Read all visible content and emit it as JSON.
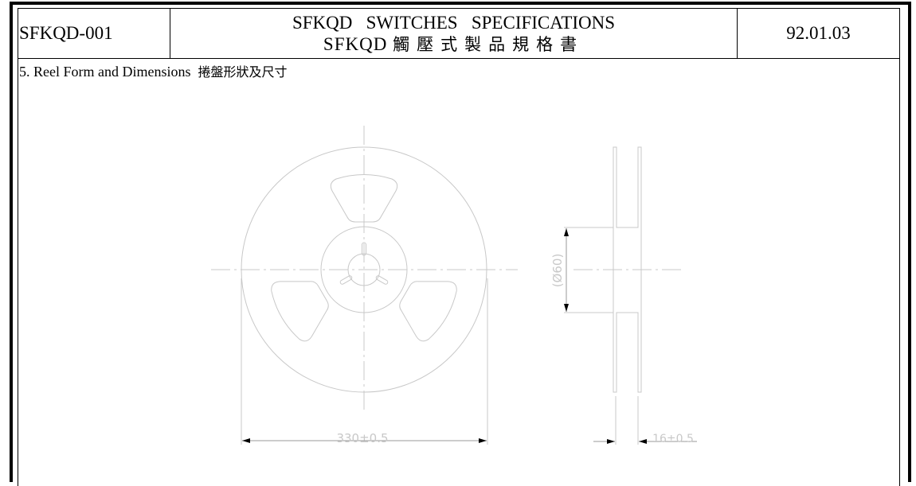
{
  "header": {
    "doc_code": "SFKQD-001",
    "title_en": "SFKQD   SWITCHES   SPECIFICATIONS",
    "title_prefix": "SFKQD",
    "title_cjk": "觸壓式製品規格書",
    "date": "92.01.03"
  },
  "section": {
    "title_en": "5. Reel Form and Dimensions",
    "title_cjk": "捲盤形狀及尺寸"
  },
  "drawing": {
    "hub_diameter_label": "(Ø60)",
    "reel_diameter_label": "330±0.5",
    "reel_width_label": "16±0.5",
    "line_color": "#c8c8c8"
  }
}
